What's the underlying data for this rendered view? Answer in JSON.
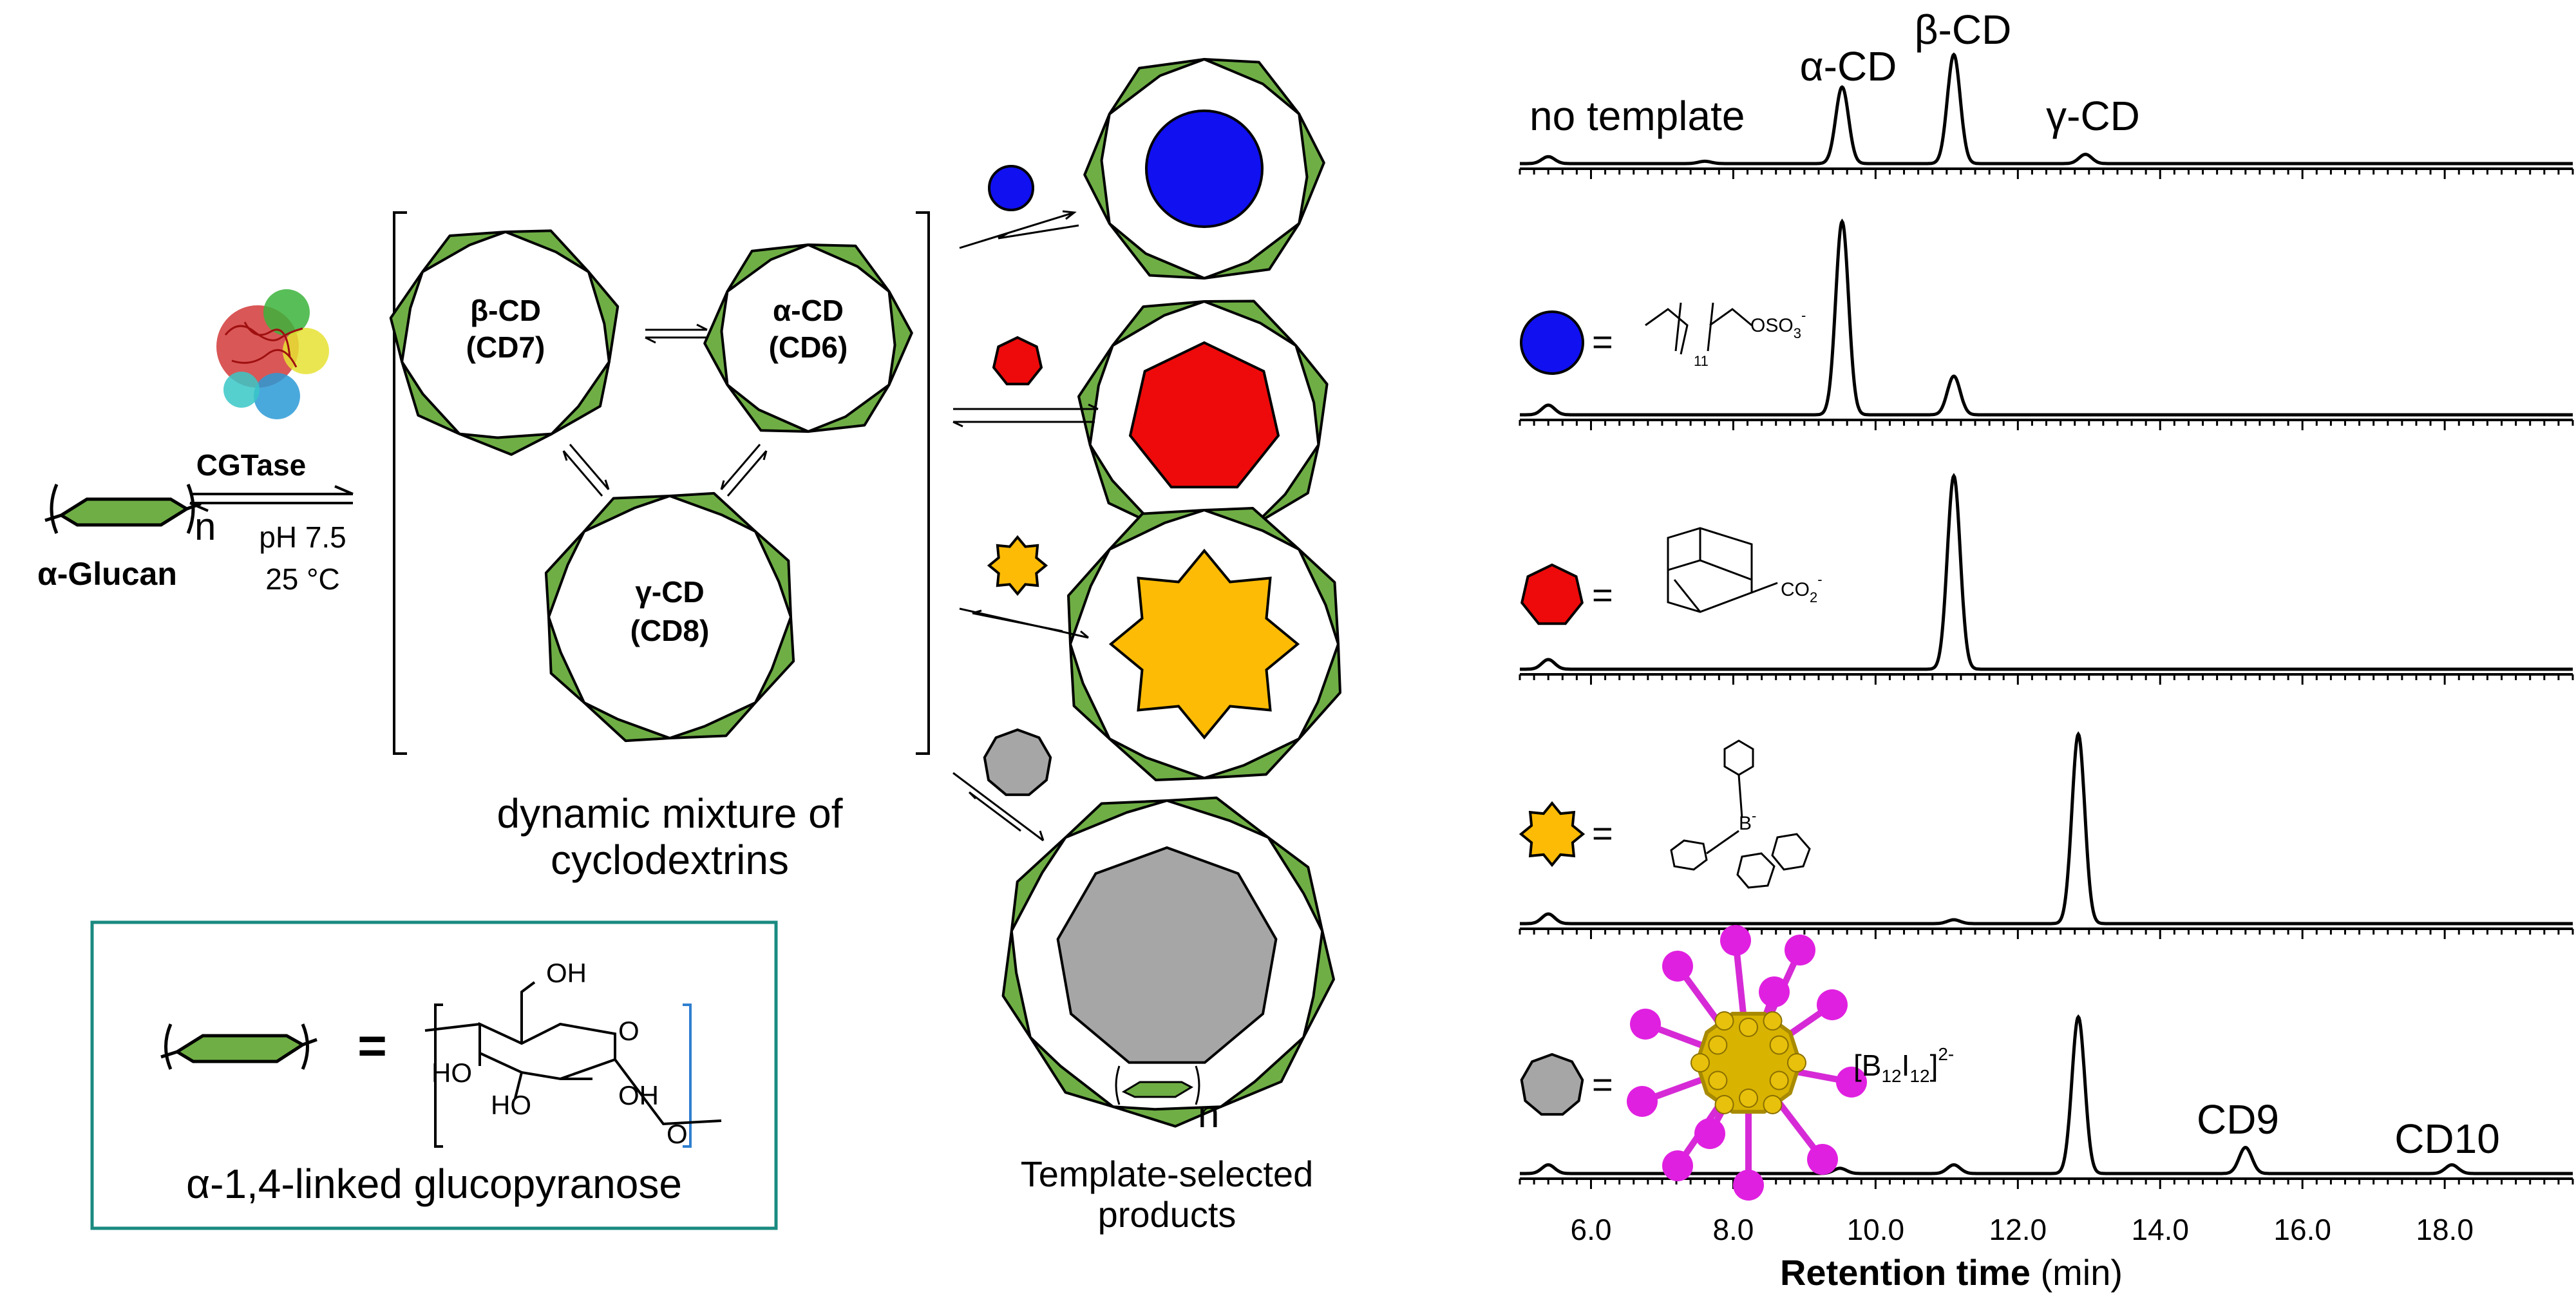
{
  "left_panel": {
    "enzyme": "CGTase",
    "conditions": [
      "pH 7.5",
      "25 °C"
    ],
    "reactant": "α-Glucan",
    "repeat_subscript": "n",
    "mixture_caption": [
      "dynamic mixture of",
      "cyclodextrins"
    ],
    "rings": [
      {
        "name": "β-CD",
        "code": "(CD7)"
      },
      {
        "name": "α-CD",
        "code": "(CD6)"
      },
      {
        "name": "γ-CD",
        "code": "(CD8)"
      }
    ]
  },
  "legend_box": {
    "equals": "=",
    "caption": "α-1,4-linked glucopyranose",
    "structure_labels": [
      "OH",
      "HO",
      "HO",
      "OH",
      "O",
      "O"
    ],
    "border_color": "#1a8a80"
  },
  "products": {
    "caption": [
      "Template-selected",
      "products"
    ],
    "subscript_n": "n",
    "templates": [
      {
        "shape": "circle",
        "color": "#1010f0"
      },
      {
        "shape": "heptagon",
        "color": "#ee0a0a"
      },
      {
        "shape": "star",
        "color": "#fdbb05"
      },
      {
        "shape": "nonagon",
        "color": "#a6a6a6"
      }
    ]
  },
  "chromatograms": {
    "xlabel_bold": "Retention time",
    "xlabel_unit": "(min)",
    "x_ticks": [
      "6.0",
      "8.0",
      "10.0",
      "12.0",
      "14.0",
      "16.0",
      "18.0"
    ],
    "x_range": [
      5.0,
      19.8
    ],
    "panels": [
      {
        "label": "no template",
        "peaks": [
          {
            "t": 5.4,
            "h": 0.06
          },
          {
            "t": 7.6,
            "h": 0.02
          },
          {
            "t": 9.53,
            "h": 0.66
          },
          {
            "t": 11.1,
            "h": 0.94
          },
          {
            "t": 12.95,
            "h": 0.08
          }
        ]
      },
      {
        "template": "circle",
        "equals": "=",
        "chem_main": "OSO",
        "chem_sub": [
          "11",
          "3"
        ],
        "chem_sup": "-",
        "peaks": [
          {
            "t": 5.4,
            "h": 0.05
          },
          {
            "t": 9.53,
            "h": 1.0
          },
          {
            "t": 11.1,
            "h": 0.2
          }
        ]
      },
      {
        "template": "heptagon",
        "equals": "=",
        "chem_main": "CO",
        "chem_sub": [
          "2"
        ],
        "chem_sup": "-",
        "peaks": [
          {
            "t": 5.4,
            "h": 0.05
          },
          {
            "t": 11.1,
            "h": 1.0
          }
        ]
      },
      {
        "template": "star",
        "equals": "=",
        "chem_main": "B",
        "chem_sup": "-",
        "peaks": [
          {
            "t": 5.4,
            "h": 0.05
          },
          {
            "t": 11.1,
            "h": 0.02
          },
          {
            "t": 12.85,
            "h": 0.98
          }
        ]
      },
      {
        "template": "nonagon",
        "equals": "=",
        "chem_main": "[B",
        "chem_sub": [
          "12",
          "12"
        ],
        "chem_mid": "I",
        "chem_end": "]",
        "chem_sup": "2-",
        "peaks": [
          {
            "t": 5.4,
            "h": 0.05
          },
          {
            "t": 9.5,
            "h": 0.03
          },
          {
            "t": 11.1,
            "h": 0.05
          },
          {
            "t": 12.85,
            "h": 0.9
          },
          {
            "t": 15.2,
            "h": 0.15
          },
          {
            "t": 18.1,
            "h": 0.05
          }
        ]
      }
    ],
    "peak_labels": [
      "α-CD",
      "β-CD",
      "γ-CD",
      "CD9",
      "CD10"
    ]
  },
  "colors": {
    "glucose_green": "#6fae45",
    "line": "#000000"
  }
}
